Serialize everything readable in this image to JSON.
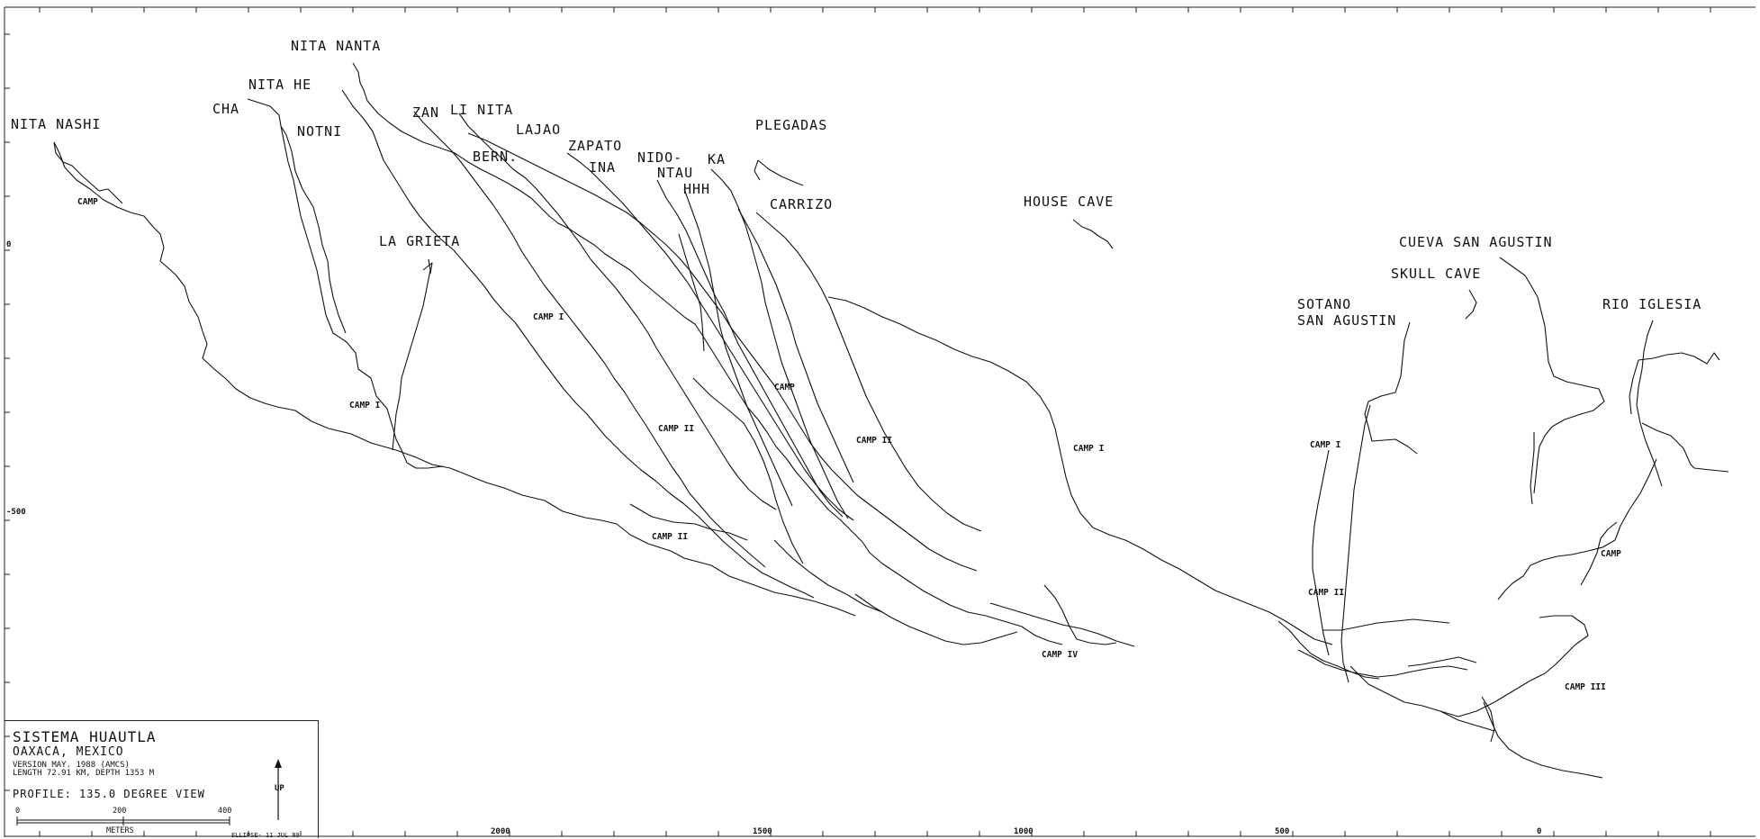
{
  "cave_labels": {
    "nita_nashi": "NITA NASHI",
    "cha": "CHA",
    "nita_he": "NITA HE",
    "nita_nanta": "NITA NANTA",
    "notni": "NOTNI",
    "zan": "ZAN",
    "li_nita": "LI NITA",
    "lajao": "LAJAO",
    "bern": "BERN.",
    "zapato": "ZAPATO",
    "ina": "INA",
    "nido": "NIDO-",
    "ntau": "NTAU",
    "hhh": "HHH",
    "ka": "KA",
    "plegadas": "PLEGADAS",
    "carrizo": "CARRIZO",
    "house_cave": "HOUSE CAVE",
    "la_grieta": "LA GRIETA",
    "cueva_san_agustin": "CUEVA SAN AGUSTIN",
    "skull_cave": "SKULL CAVE",
    "sotano": "SOTANO",
    "san_agustin": "SAN AGUSTIN",
    "rio_iglesia": "RIO IGLESIA"
  },
  "camp_labels": {
    "camp_nashi": "CAMP",
    "camp_i_grieta": "CAMP I",
    "camp_i_west": "CAMP I",
    "camp_ii_a": "CAMP II",
    "camp_ii_b": "CAMP II",
    "camp_mid": "CAMP",
    "camp_ii_c": "CAMP II",
    "camp_i_house": "CAMP I",
    "camp_iv": "CAMP IV",
    "camp_i_sotano": "CAMP I",
    "camp_ii_sotano": "CAMP II",
    "camp_iii": "CAMP III",
    "camp_rio": "CAMP"
  },
  "axis": {
    "left_0": "0",
    "left_500": "-500",
    "bottom_2000": "2000",
    "bottom_1500": "1500",
    "bottom_1000": "1000",
    "bottom_500": "500",
    "bottom_0": "0"
  },
  "title_block": {
    "name": "SISTEMA HUAUTLA",
    "location": "OAXACA, MEXICO",
    "version": "VERSION MAY. 1988 (AMCS)",
    "length_depth": "LENGTH 72.91 KM, DEPTH 1353 M",
    "profile": "PROFILE:  135.0 DEGREE VIEW",
    "scale_0": "0",
    "scale_200": "200",
    "scale_400": "400",
    "scale_unit": "METERS",
    "up": "UP",
    "footer": "ELLIPSE- 11 JUL 88"
  },
  "colors": {
    "ink": "#111111",
    "background": "#ffffff"
  }
}
